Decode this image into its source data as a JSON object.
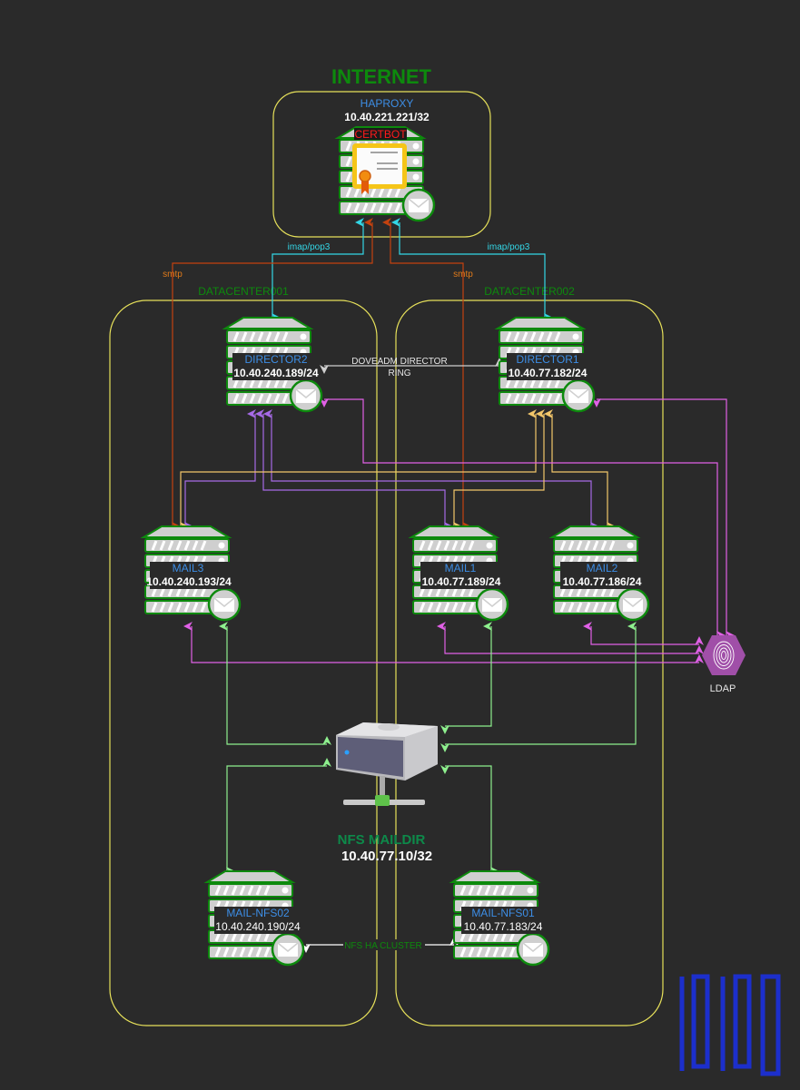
{
  "title": "INTERNET",
  "haproxy": {
    "name": "HAPROXY",
    "ip": "10.40.221.221/32",
    "badge": "CERTBOT"
  },
  "datacenters": [
    {
      "label": "DATACENTER001"
    },
    {
      "label": "DATACENTER002"
    }
  ],
  "edge_labels": {
    "imap_left": "imap/pop3",
    "imap_right": "imap/pop3",
    "smtp_left": "smtp",
    "smtp_right": "smtp",
    "ring_line1": "DOVEADM DIRECTOR",
    "ring_line2": "RING",
    "nfs_ha": "NFS HA CLUSTER"
  },
  "directors": [
    {
      "name": "DIRECTOR2",
      "ip": "10.40.240.189/24"
    },
    {
      "name": "DIRECTOR1",
      "ip": "10.40.77.182/24"
    }
  ],
  "mails": [
    {
      "name": "MAIL3",
      "ip": "10.40.240.193/24"
    },
    {
      "name": "MAIL1",
      "ip": "10.40.77.189/24"
    },
    {
      "name": "MAIL2",
      "ip": "10.40.77.186/24"
    }
  ],
  "nfs_nodes": [
    {
      "name": "MAIL-NFS02",
      "ip": "10.40.240.190/24"
    },
    {
      "name": "MAIL-NFS01",
      "ip": "10.40.77.183/24"
    }
  ],
  "nfs_storage": {
    "name": "NFS MAILDIR",
    "ip": "10.40.77.10/32"
  },
  "ldap": {
    "label": "LDAP"
  },
  "colors": {
    "background": "#2a2a2a",
    "container": "#e6e05a",
    "imap": "#33d6e6",
    "smtp": "#c4420f",
    "director_mail_purple": "#a66ae6",
    "director_mail_yellow": "#f2c66a",
    "ldap_pink": "#e060e6",
    "nfs_green": "#8ef08e",
    "server_green": "#0d8a0d",
    "logo_blue": "#1c2fcc"
  }
}
